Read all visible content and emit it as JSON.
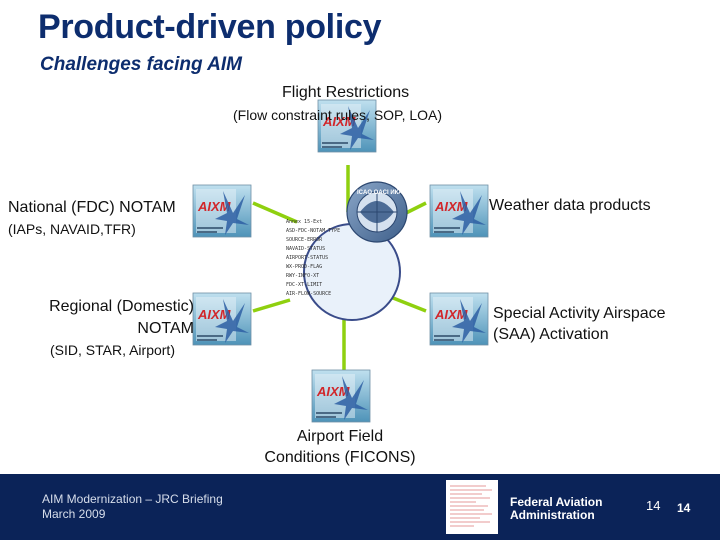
{
  "header": {
    "title": "Product-driven policy",
    "subtitle": "Challenges facing AIM"
  },
  "diagram": {
    "center": {
      "emblem_text": "ICAO OACI ИКАО",
      "document_lines": [
        "Annex 15-Ext",
        "ASD-FDC-NOTAM-TYPE",
        "SOURCE-ERROR",
        "NAVAID-STATUS",
        "AIRPORT-STATUS",
        "WX-PROD-FLAG",
        "RWY-INFO-XT",
        "FDC-XT-LIMIT",
        "AIR-FLOW-SOURCE"
      ]
    },
    "products": {
      "top": {
        "label": "Flight Restrictions",
        "sublabel": "(Flow constraint rules, SOP, LOA)"
      },
      "left_upper": {
        "label": "National (FDC) NOTAM",
        "sublabel": "(IAPs, NAVAID,TFR)"
      },
      "right_upper": {
        "label": "Weather data products"
      },
      "left_lower": {
        "label_line1": "Regional (Domestic)",
        "label_line2": "NOTAM",
        "sublabel": "(SID, STAR, Airport)"
      },
      "right_lower": {
        "label_line1": "Special Activity Airspace",
        "label_line2": "(SAA) Activation"
      },
      "bottom": {
        "label_line1": "Airport Field",
        "label_line2": "Conditions (FICONS)"
      }
    },
    "icon_text": "AIXM",
    "colors": {
      "connector": "#8fd00f",
      "title": "#0d2d6e",
      "footer": "#0b2358"
    }
  },
  "footer": {
    "briefing": "AIM Modernization – JRC Briefing",
    "date": "March 2009",
    "agency_line1": "Federal Aviation",
    "agency_line2": "Administration",
    "page_number_light": "14",
    "page_number_bold": "14"
  }
}
